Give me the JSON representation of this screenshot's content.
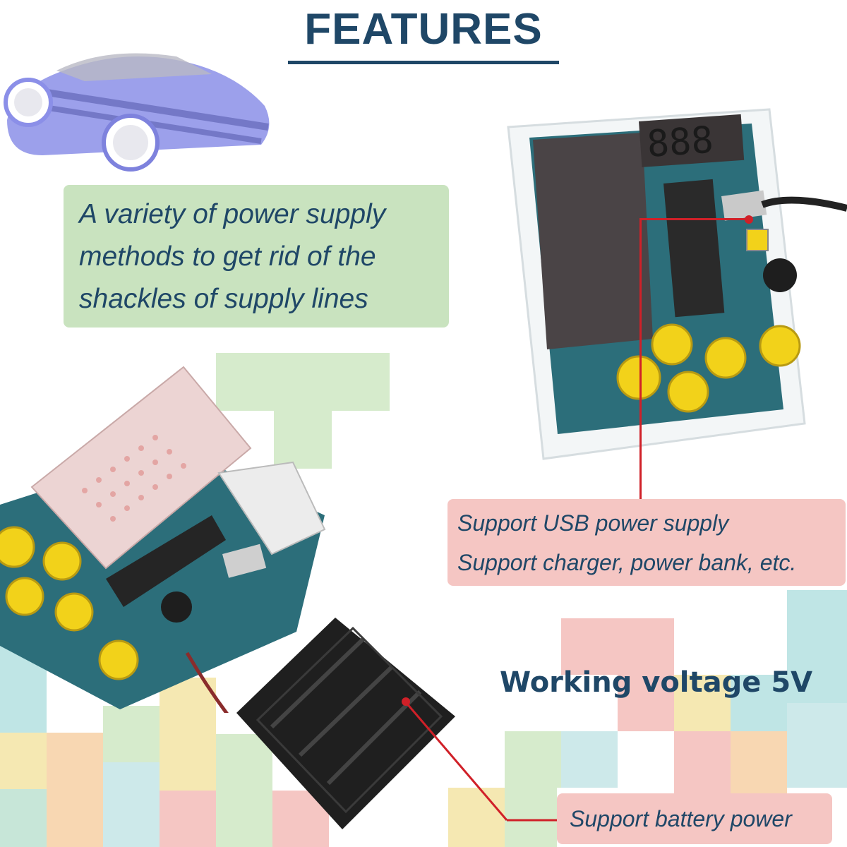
{
  "header": {
    "title": "FEATURES"
  },
  "callouts": {
    "power_methods": {
      "lines": [
        "A variety of power supply",
        "methods to get rid of the",
        "shackles of supply lines"
      ]
    },
    "usb": {
      "lines": [
        "Support USB power supply",
        "Support charger, power bank, etc."
      ]
    },
    "battery": {
      "text": "Support battery power"
    },
    "voltage": {
      "text": "Working voltage 5V"
    }
  },
  "colors": {
    "title": "#1f4767",
    "green_box": "#c9e3bf",
    "pink_box": "#f5c6c3",
    "leader_line": "#d02028",
    "button_yellow": "#f2d21a",
    "pcb_teal": "#2c6e7a"
  }
}
